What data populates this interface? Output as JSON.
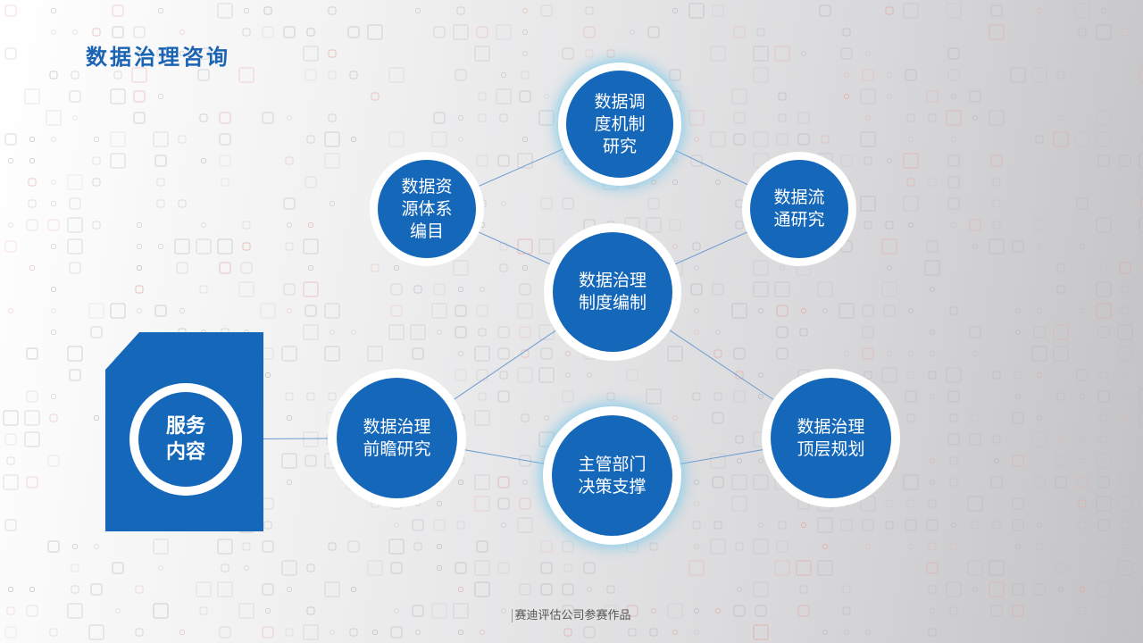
{
  "page": {
    "title": "数据治理咨询",
    "footer": "赛迪评估公司参赛作品"
  },
  "colors": {
    "accent": "#1467b9",
    "title": "#1b64b4",
    "link": "#6b9bd2",
    "glow": "#78c8eb"
  },
  "diagram": {
    "service": {
      "label": "服务\n内容"
    },
    "nodes": [
      {
        "id": "scheduling",
        "label": "数据调\n度机制\n研究",
        "glow": true
      },
      {
        "id": "catalog",
        "label": "数据资\n源体系\n编目",
        "glow": false
      },
      {
        "id": "circulation",
        "label": "数据流\n通研究",
        "glow": false
      },
      {
        "id": "regulation",
        "label": "数据治理\n制度编制",
        "glow": false
      },
      {
        "id": "foresight",
        "label": "数据治理\n前瞻研究",
        "glow": false
      },
      {
        "id": "decision",
        "label": "主管部门\n决策支撑",
        "glow": true
      },
      {
        "id": "toplevel",
        "label": "数据治理\n顶层规划",
        "glow": false
      }
    ],
    "edges": [
      [
        "service",
        "foresight"
      ],
      [
        "foresight",
        "regulation"
      ],
      [
        "foresight",
        "decision"
      ],
      [
        "decision",
        "toplevel"
      ],
      [
        "regulation",
        "toplevel"
      ],
      [
        "regulation",
        "catalog"
      ],
      [
        "regulation",
        "circulation"
      ],
      [
        "catalog",
        "scheduling"
      ],
      [
        "scheduling",
        "circulation"
      ]
    ]
  }
}
